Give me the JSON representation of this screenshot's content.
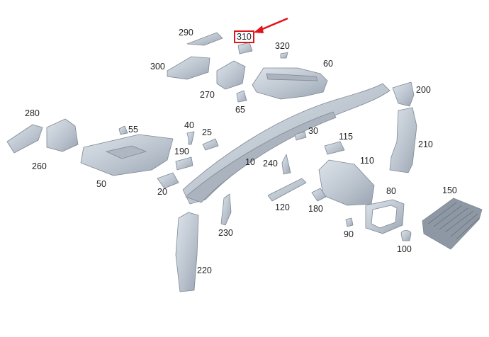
{
  "highlight": {
    "part": "310",
    "color": "#e0141b"
  },
  "colors": {
    "part_fill": "#c4ccd6",
    "part_stroke": "#7e8894",
    "label": "#222222"
  },
  "parts": [
    {
      "id": "p10",
      "label": "10"
    },
    {
      "id": "p20",
      "label": "20"
    },
    {
      "id": "p25",
      "label": "25"
    },
    {
      "id": "p30",
      "label": "30"
    },
    {
      "id": "p40",
      "label": "40"
    },
    {
      "id": "p50",
      "label": "50"
    },
    {
      "id": "p55",
      "label": "55"
    },
    {
      "id": "p60",
      "label": "60"
    },
    {
      "id": "p65",
      "label": "65"
    },
    {
      "id": "p80",
      "label": "80"
    },
    {
      "id": "p90",
      "label": "90"
    },
    {
      "id": "p100",
      "label": "100"
    },
    {
      "id": "p110",
      "label": "110"
    },
    {
      "id": "p115",
      "label": "115"
    },
    {
      "id": "p120",
      "label": "120"
    },
    {
      "id": "p150",
      "label": "150"
    },
    {
      "id": "p180",
      "label": "180"
    },
    {
      "id": "p190",
      "label": "190"
    },
    {
      "id": "p200",
      "label": "200"
    },
    {
      "id": "p210",
      "label": "210"
    },
    {
      "id": "p220",
      "label": "220"
    },
    {
      "id": "p230",
      "label": "230"
    },
    {
      "id": "p240",
      "label": "240"
    },
    {
      "id": "p260",
      "label": "260"
    },
    {
      "id": "p270",
      "label": "270"
    },
    {
      "id": "p280",
      "label": "280"
    },
    {
      "id": "p290",
      "label": "290"
    },
    {
      "id": "p300",
      "label": "300"
    },
    {
      "id": "p310",
      "label": "310"
    },
    {
      "id": "p320",
      "label": "320"
    }
  ]
}
